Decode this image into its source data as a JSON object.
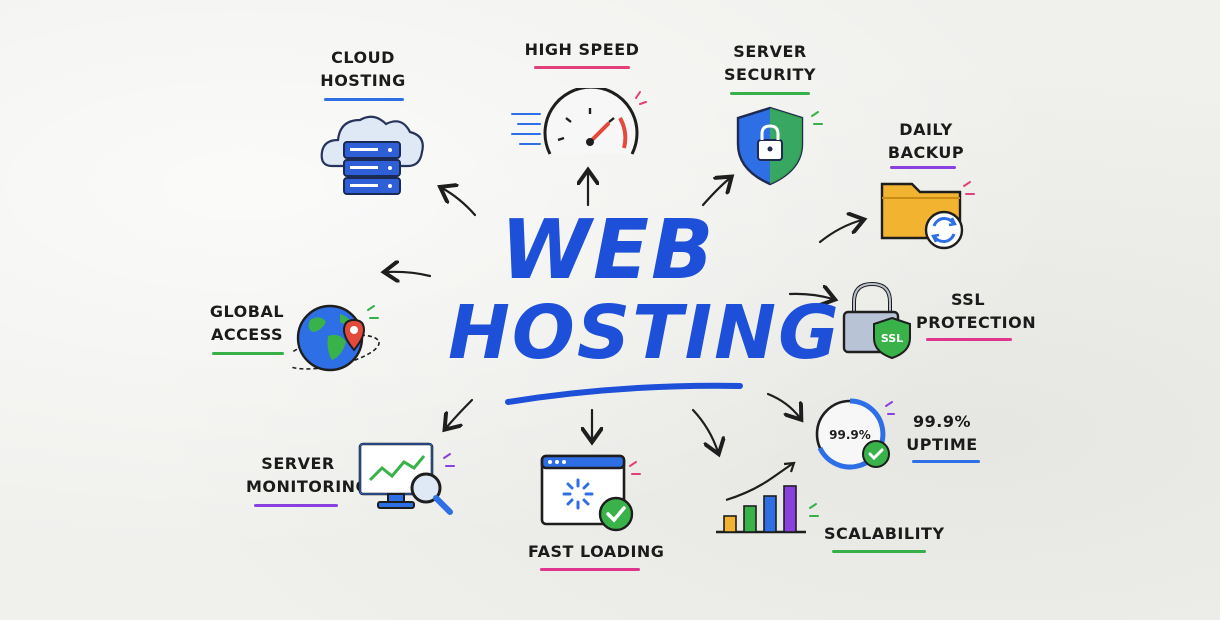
{
  "title": {
    "line1": "WEB",
    "line2": "HOSTING"
  },
  "features": {
    "cloud_hosting": {
      "line1": "CLOUD",
      "line2": "HOSTING"
    },
    "high_speed": {
      "line1": "HIGH SPEED"
    },
    "server_security": {
      "line1": "SERVER",
      "line2": "SECURITY"
    },
    "daily_backup": {
      "line1": "DAILY",
      "line2": "BACKUP"
    },
    "ssl_protection": {
      "line1": "SSL",
      "line2": "PROTECTION",
      "badge": "SSL"
    },
    "uptime": {
      "line1": "99.9%",
      "line2": "UPTIME",
      "dial": "99.9%"
    },
    "global_access": {
      "line1": "GLOBAL",
      "line2": "ACCESS"
    },
    "server_monitoring": {
      "line1": "SERVER",
      "line2": "MONITORING"
    },
    "fast_loading": {
      "line1": "FAST LOADING"
    },
    "scalability": {
      "line1": "SCALABILITY"
    }
  },
  "colors": {
    "title": "#1d4fd8",
    "underline_blue": "#2f6fe6",
    "underline_pink": "#e2407a",
    "underline_green": "#38b04a",
    "underline_purple": "#8a3fe0",
    "underline_magenta": "#e0358e"
  },
  "icons": [
    "cloud-server-icon",
    "speedometer-icon",
    "shield-lock-icon",
    "folder-sync-icon",
    "padlock-ssl-icon",
    "uptime-dial-icon",
    "globe-pin-icon",
    "monitor-magnifier-icon",
    "browser-loading-icon",
    "bar-growth-icon"
  ]
}
